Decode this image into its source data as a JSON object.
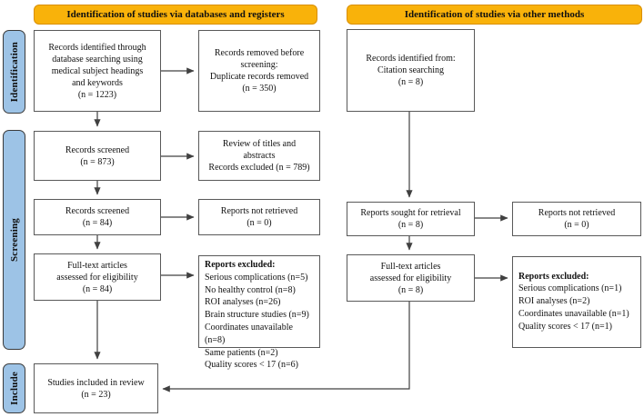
{
  "banners": {
    "databases": "Identification of studies via databases and registers",
    "other_methods": "Identification of studies via other methods"
  },
  "stages": {
    "identification": "Identification",
    "screening": "Screening",
    "include": "Include"
  },
  "boxes": {
    "records_identified_db": "Records identified through\ndatabase searching using\nmedical subject headings\nand keywords\n(n = 1223)",
    "records_removed": "Records removed before\nscreening:\nDuplicate records removed\n(n = 350)",
    "records_identified_other": "Records identified from:\nCitation searching\n(n = 8)",
    "records_screened_1": "Records screened\n(n = 873)",
    "review_titles": "Review of titles and\nabstracts\nRecords excluded (n = 789)",
    "records_screened_2": "Records screened\n(n = 84)",
    "reports_not_retrieved_db": "Reports not retrieved\n(n = 0)",
    "reports_sought": "Reports sought for retrieval\n(n = 8)",
    "reports_not_retrieved_other": "Reports not retrieved\n(n = 0)",
    "fulltext_db": "Full-text articles\nassessed for eligibility\n(n = 84)",
    "fulltext_other": "Full-text articles\nassessed for eligibility\n(n = 8)",
    "studies_included": "Studies included in review\n(n = 23)"
  },
  "excluded_db": {
    "heading": "Reports excluded:",
    "items": [
      "Serious complications (n=5)",
      "No healthy control (n=8)",
      "ROI analyses (n=26)",
      "Brain structure studies (n=9)",
      "Coordinates unavailable (n=8)",
      "Same patients (n=2)",
      "Quality scores < 17 (n=6)"
    ]
  },
  "excluded_other": {
    "heading": "Reports excluded:",
    "items": [
      "Serious complications (n=1)",
      "ROI analyses (n=2)",
      "Coordinates unavailable (n=1)",
      "Quality scores < 17 (n=1)"
    ]
  },
  "colors": {
    "banner_bg": "#F9B20A",
    "banner_border": "#D98F00",
    "stage_bg": "#9DC3E6",
    "stage_border": "#3B3B3B",
    "box_border": "#595959",
    "arrow": "#404040"
  }
}
